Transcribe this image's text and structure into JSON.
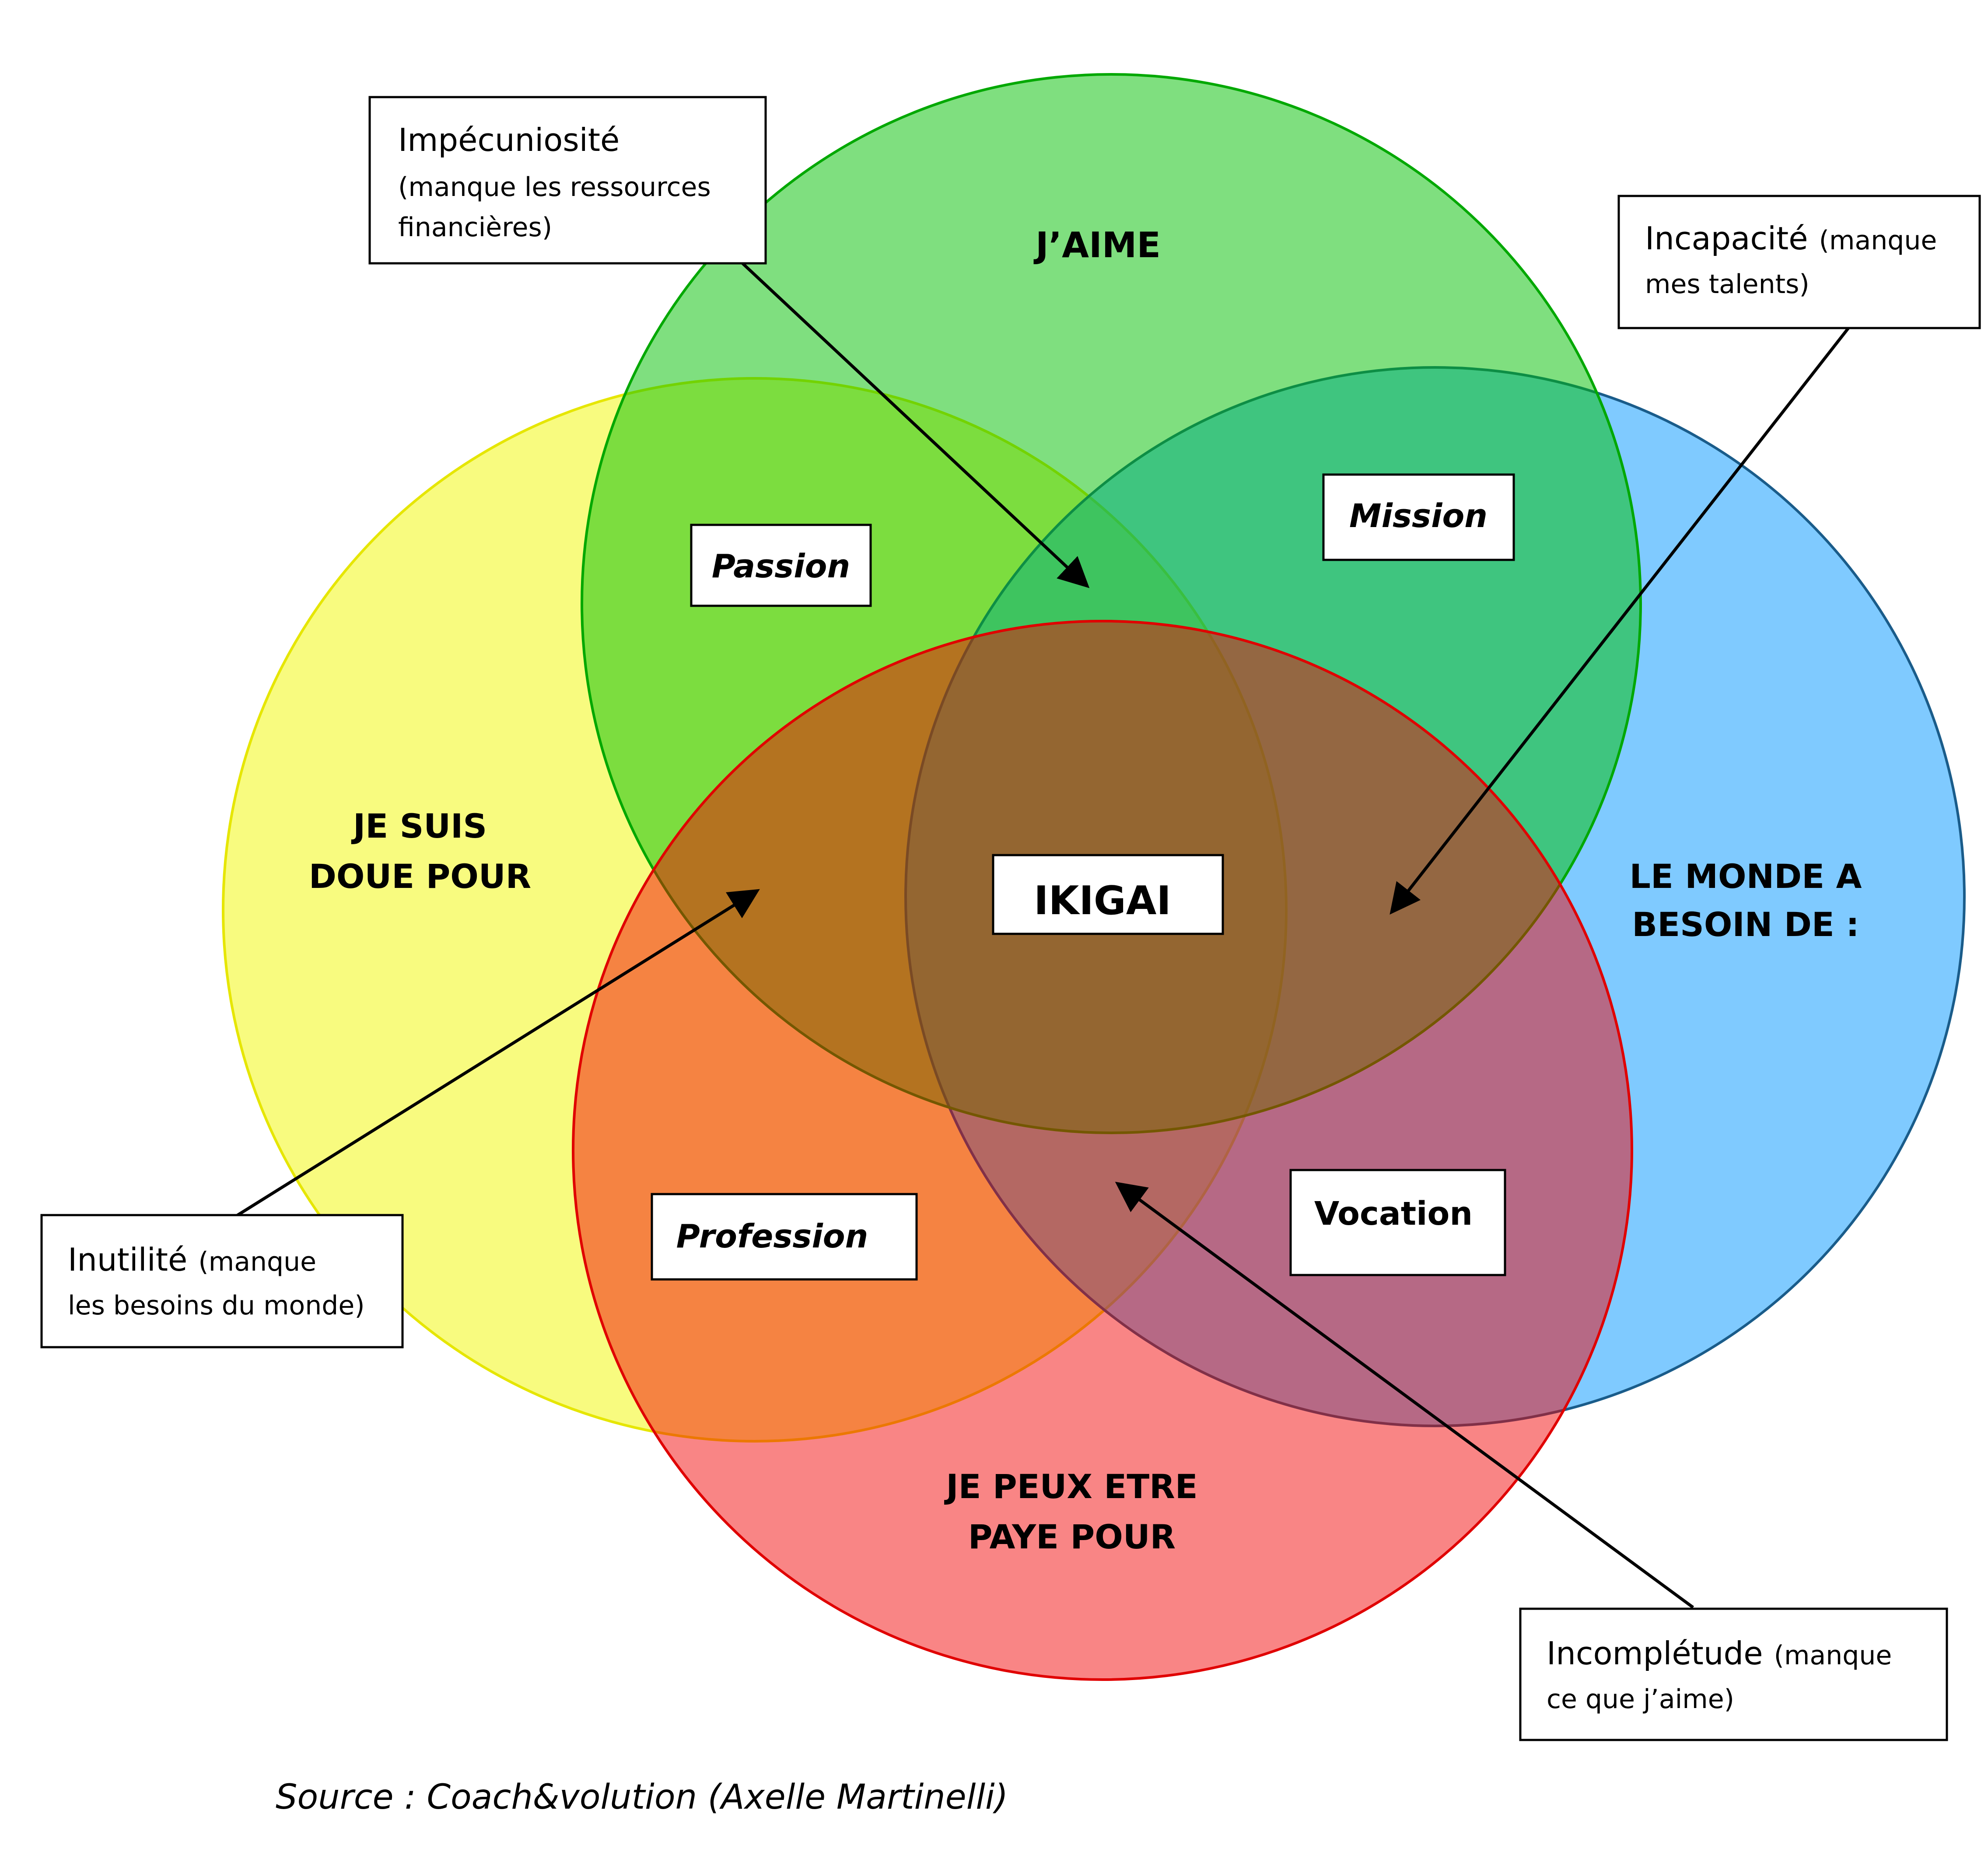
{
  "circles": {
    "jaime": {
      "label": "J’AIME",
      "color": "#66dd66"
    },
    "doue": {
      "line1": "JE SUIS",
      "line2": "DOUE POUR",
      "color": "#f4f97c"
    },
    "monde": {
      "line1": "LE MONDE A",
      "line2": "BESOIN DE :",
      "color": "#80c9fb"
    },
    "paye": {
      "line1": "JE PEUX ETRE",
      "line2": "PAYE POUR",
      "color": "#f7837c"
    }
  },
  "labels": {
    "passion": "Passion",
    "mission": "Mission",
    "profession": "Profession",
    "vocation": "Vocation",
    "ikigai": "IKIGAI"
  },
  "annotations": {
    "impecuniosite": {
      "title": "Impécuniosité",
      "line1": "(manque les ressources",
      "line2": "financières)"
    },
    "incapacite": {
      "title": "Incapacité",
      "title_suffix": "(manque",
      "line2": "mes talents)"
    },
    "inutilite": {
      "title": "Inutilité",
      "title_suffix": "(manque",
      "line2": "les besoins du monde)"
    },
    "incompletude": {
      "title": "Incomplétude",
      "title_suffix": "(manque",
      "line2": "ce que j’aime)"
    }
  },
  "source": "Source : Coach&volution (Axelle Martinelli)"
}
